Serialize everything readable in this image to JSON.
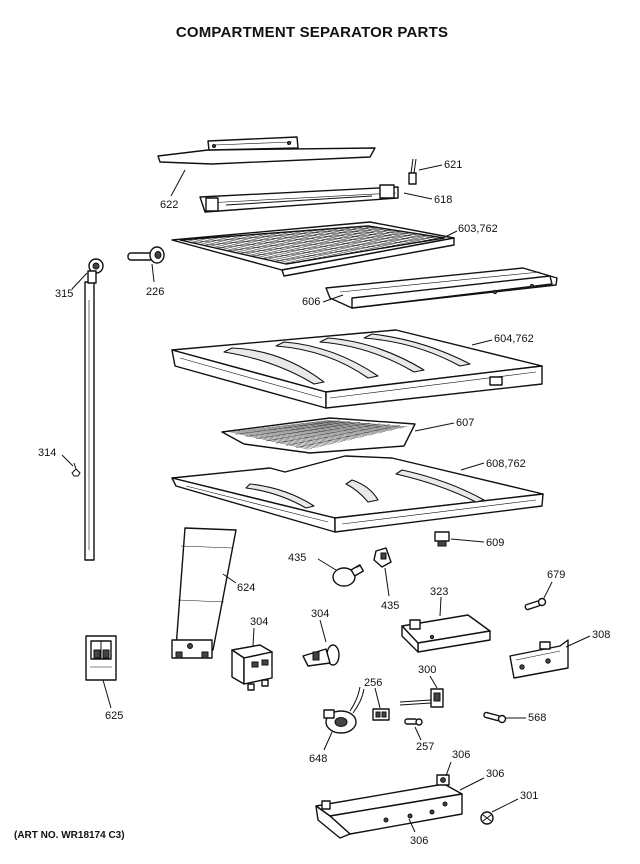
{
  "title": "COMPARTMENT SEPARATOR PARTS",
  "art_number": "(ART NO. WR18174 C3)",
  "callouts": {
    "c621": "621",
    "c622": "622",
    "c618": "618",
    "c603": "603,762",
    "c315": "315",
    "c226": "226",
    "c606": "606",
    "c604": "604,762",
    "c607": "607",
    "c314": "314",
    "c608": "608,762",
    "c609": "609",
    "c624": "624",
    "c435a": "435",
    "c435b": "435",
    "c679": "679",
    "c323": "323",
    "c304a": "304",
    "c304b": "304",
    "c308": "308",
    "c625": "625",
    "c300": "300",
    "c256": "256",
    "c568": "568",
    "c648": "648",
    "c257": "257",
    "c306a": "306",
    "c306b": "306",
    "c301": "301",
    "c306c": "306"
  }
}
